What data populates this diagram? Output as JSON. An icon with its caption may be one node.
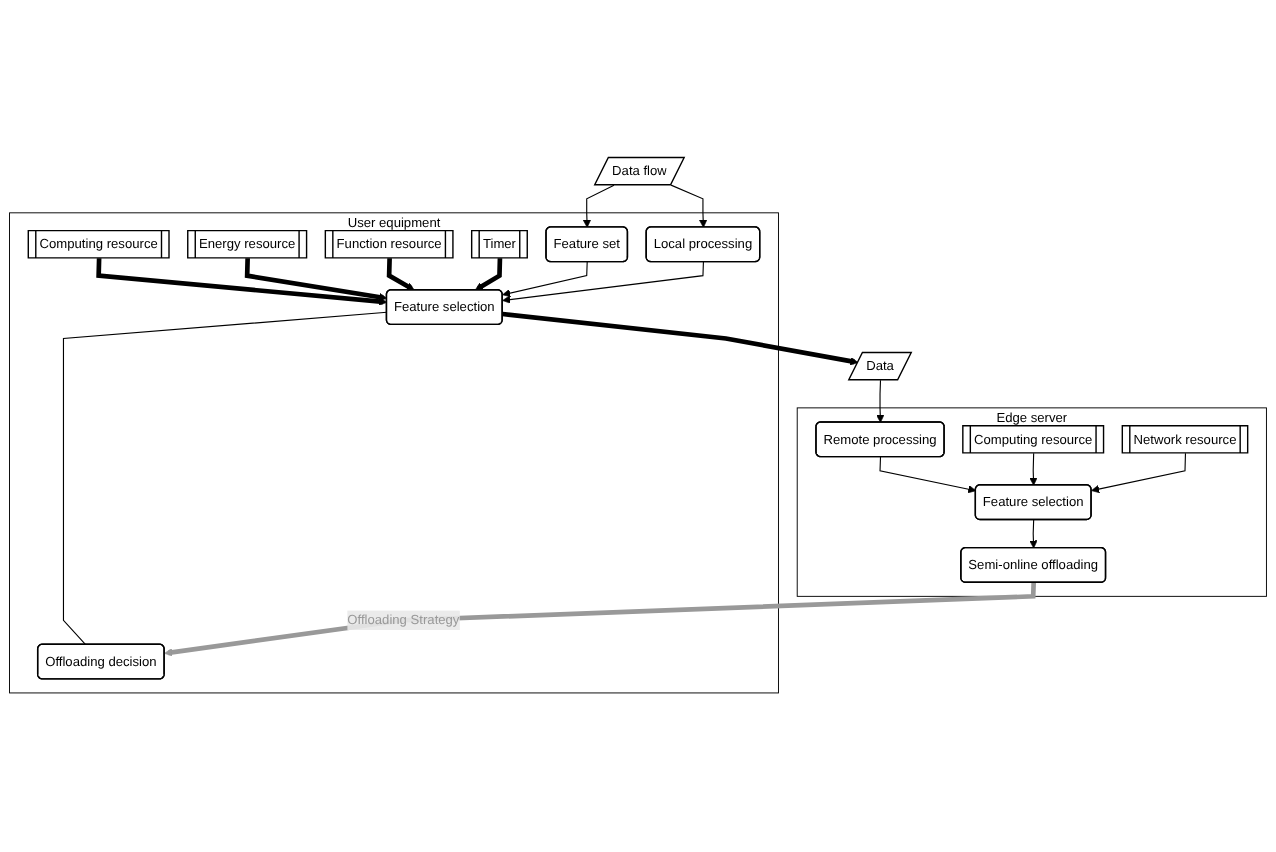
{
  "diagram": {
    "nodes": [
      {
        "text": [
          "Data flow"
        ]
      },
      {
        "text": [
          "User equipment"
        ]
      },
      {
        "text": [
          "Computing resource"
        ],
        "in": 1
      },
      {
        "text": [
          "Energy resource"
        ],
        "in": 1
      },
      {
        "text": [
          "Function resource"
        ],
        "in": 1
      },
      {
        "text": [
          "Timer"
        ],
        "in": 1
      },
      {
        "text": [
          "Feature set"
        ],
        "in": 1
      },
      {
        "text": [
          "Feature selection"
        ],
        "in": 1
      },
      {
        "text": [
          "Local processing"
        ],
        "in": 1
      },
      {
        "text": [
          "Offloading decision"
        ],
        "in": 1
      },
      {
        "text": [
          "Data"
        ]
      },
      {
        "text": [
          "Edge server"
        ]
      },
      {
        "text": [
          "Computing resource"
        ],
        "in": 11
      },
      {
        "text": [
          "Network resource"
        ],
        "in": 11
      },
      {
        "text": [
          "Remote processing"
        ],
        "in": 11
      },
      {
        "text": [
          "Feature selection"
        ],
        "in": 11
      },
      {
        "text": [
          "Semi-online offloading"
        ],
        "in": 11
      }
    ],
    "edges": [
      {
        "from": 0,
        "to": 6,
        "arrow": "to"
      },
      {
        "from": 0,
        "to": 8,
        "arrow": "to"
      },
      {
        "from": 2,
        "to": 7,
        "arrow": "to",
        "style": "thick"
      },
      {
        "from": 3,
        "to": 7,
        "arrow": "to",
        "style": "thick"
      },
      {
        "from": 4,
        "to": 7,
        "arrow": "to",
        "style": "thick"
      },
      {
        "from": 5,
        "to": 7,
        "arrow": "to",
        "style": "thick"
      },
      {
        "from": 6,
        "to": 7,
        "arrow": "to"
      },
      {
        "from": 8,
        "to": 7,
        "arrow": "to"
      },
      {
        "from": 7,
        "to": 10,
        "arrow": "to",
        "style": "thick"
      },
      {
        "from": 7,
        "to": 9,
        "arrow": "none"
      },
      {
        "from": 10,
        "to": 14,
        "arrow": "to"
      },
      {
        "from": 14,
        "to": 15,
        "arrow": "to"
      },
      {
        "from": 12,
        "to": 15,
        "arrow": "to"
      },
      {
        "from": 13,
        "to": 15,
        "arrow": "to"
      },
      {
        "from": 15,
        "to": 16,
        "arrow": "to"
      },
      {
        "from": 16,
        "to": 9,
        "arrow": "to",
        "label": "Offloading Strategy",
        "style": "thick",
        "color": "#999999"
      }
    ]
  }
}
